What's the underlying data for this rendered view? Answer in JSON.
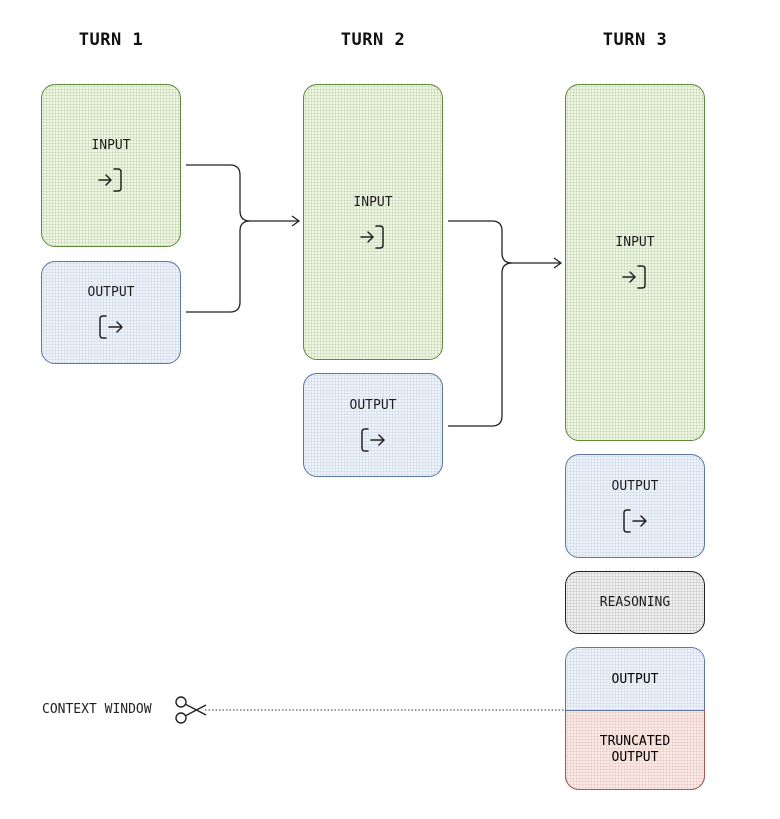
{
  "turns": [
    {
      "title": "TURN 1",
      "input_label": "INPUT",
      "output_label": "OUTPUT"
    },
    {
      "title": "TURN 2",
      "input_label": "INPUT",
      "output_label": "OUTPUT"
    },
    {
      "title": "TURN 3",
      "input_label": "INPUT",
      "output_label": "OUTPUT",
      "reasoning_label": "REASONING",
      "final_output_label": "OUTPUT",
      "truncated_label": "TRUNCATED\nOUTPUT"
    }
  ],
  "context_window_label": "CONTEXT WINDOW",
  "icons": {
    "input": "enter-icon",
    "output": "exit-icon",
    "cut": "scissors-icon"
  },
  "colors": {
    "input": "#5f8a3e",
    "output": "#5c76a8",
    "reasoning": "#222222",
    "truncated": "#a65a4b"
  }
}
